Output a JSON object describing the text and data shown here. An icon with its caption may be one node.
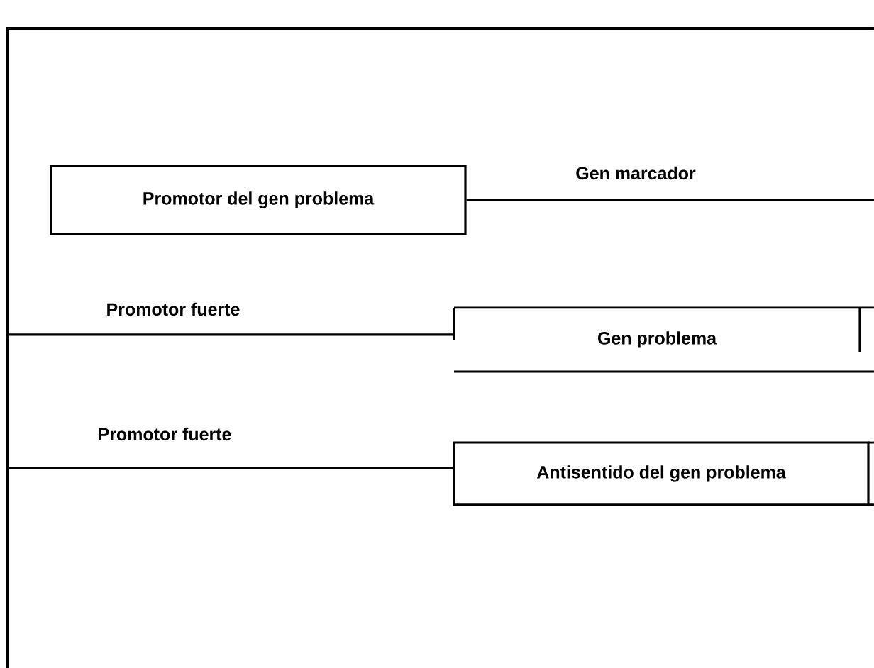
{
  "diagram": {
    "nodes": [
      {
        "text": [
          "Promotor del gen problema"
        ]
      },
      {
        "text": [
          "Gen problema"
        ]
      },
      {
        "text": [
          "Antisentido del gen problema"
        ]
      }
    ],
    "edges": [
      {
        "from": 0,
        "to": null,
        "arrow": "none",
        "label": "Gen marcador"
      },
      {
        "from": null,
        "to": 1,
        "arrow": "none",
        "label": "Promotor fuerte"
      },
      {
        "from": null,
        "to": 2,
        "arrow": "none",
        "label": "Promotor fuerte"
      }
    ]
  }
}
